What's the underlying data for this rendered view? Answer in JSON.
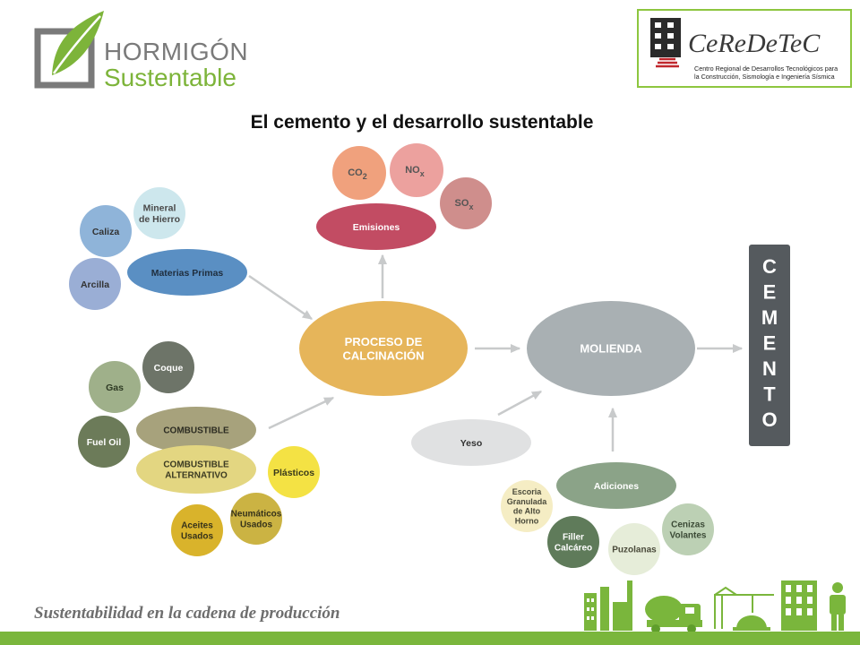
{
  "page": {
    "title": "El cemento y el desarrollo sustentable",
    "footer_tagline": "Sustentabilidad en la cadena de producción"
  },
  "logos": {
    "left_line1": "HORMIGÓN",
    "left_line2": "Sustentable",
    "right_name": "CeReDeTeC",
    "right_sub1": "Centro Regional de Desarrollos Tecnológicos para",
    "right_sub2": "la Construcción, Sismología e Ingeniería Sísmica"
  },
  "colors": {
    "title": "#111111",
    "logo_gray": "#7a7a7a",
    "logo_green": "#7db43a",
    "logo_red": "#c0272d",
    "footer_text": "#6e6e6e",
    "footer_bar": "#7ab63c",
    "footer_icons": "#7ab63c",
    "arrow": "#c8cacb"
  },
  "icons": [
    "leaf-logo-icon",
    "building-logo-icon",
    "factory-icon",
    "mixer-truck-icon",
    "crane-icon",
    "building-icon",
    "worker-icon"
  ],
  "nodes": {
    "co2": {
      "label": [
        "CO",
        "2"
      ],
      "kind": "sub",
      "fill": "#f0a17d",
      "text": "#555555"
    },
    "nox": {
      "label": [
        "NO",
        "x"
      ],
      "kind": "sub",
      "fill": "#eca19e",
      "text": "#555555"
    },
    "sox": {
      "label": [
        "SO",
        "x"
      ],
      "kind": "sub",
      "fill": "#cf8e8c",
      "text": "#555555"
    },
    "emisiones": {
      "label": [
        "Emisiones"
      ],
      "fill": "#c24c63",
      "text": "#ffffff"
    },
    "mineral": {
      "label": [
        "Mineral",
        "de Hierro"
      ],
      "fill": "#cde7ed",
      "text": "#4a4a4a"
    },
    "caliza": {
      "label": [
        "Caliza"
      ],
      "fill": "#8fb4d9",
      "text": "#333333"
    },
    "arcilla": {
      "label": [
        "Arcilla"
      ],
      "fill": "#9aaed5",
      "text": "#333333"
    },
    "materias": {
      "label": [
        "Materias Primas"
      ],
      "fill": "#5a8fc3",
      "text": "#1f2e3e"
    },
    "proceso": {
      "label": [
        "PROCESO DE",
        "CALCINACIÓN"
      ],
      "fill": "#e6b55a",
      "text": "#ffffff"
    },
    "molienda": {
      "label": [
        "MOLIENDA"
      ],
      "fill": "#a9b0b3",
      "text": "#ffffff"
    },
    "coque": {
      "label": [
        "Coque"
      ],
      "fill": "#6d7468",
      "text": "#ffffff"
    },
    "gas": {
      "label": [
        "Gas"
      ],
      "fill": "#9fb08a",
      "text": "#2e3a24"
    },
    "combustible": {
      "label": [
        "COMBUSTIBLE"
      ],
      "fill": "#a7a27c",
      "text": "#2c2c22"
    },
    "fueloil": {
      "label": [
        "Fuel Oil"
      ],
      "fill": "#6c7b59",
      "text": "#ffffff"
    },
    "alternativo": {
      "label": [
        "COMBUSTIBLE",
        "ALTERNATIVO"
      ],
      "fill": "#e3d681",
      "text": "#3b3a22"
    },
    "plasticos": {
      "label": [
        "Plásticos"
      ],
      "fill": "#f4e244",
      "text": "#3a3a1c"
    },
    "neumaticos": {
      "label": [
        "Neumáticos",
        "Usados"
      ],
      "fill": "#cbb343",
      "text": "#35321a"
    },
    "aceites": {
      "label": [
        "Aceites",
        "Usados"
      ],
      "fill": "#d9b32b",
      "text": "#35321a"
    },
    "yeso": {
      "label": [
        "Yeso"
      ],
      "fill": "#e0e1e2",
      "text": "#333333"
    },
    "adiciones": {
      "label": [
        "Adiciones"
      ],
      "fill": "#8ba388",
      "text": "#ffffff"
    },
    "escoria": {
      "label": [
        "Escoria",
        "Granulada",
        "de Alto",
        "Horno"
      ],
      "fill": "#f5edc4",
      "text": "#4a4a3a"
    },
    "filler": {
      "label": [
        "Filler",
        "Calcáreo"
      ],
      "fill": "#5f7b5a",
      "text": "#ffffff"
    },
    "puzolanas": {
      "label": [
        "Puzolanas"
      ],
      "fill": "#e6edd9",
      "text": "#4a4a3a"
    },
    "cenizas": {
      "label": [
        "Cenizas",
        "Volantes"
      ],
      "fill": "#bcd0b4",
      "text": "#3b4a36"
    }
  },
  "cemento": {
    "letters": [
      "C",
      "E",
      "M",
      "E",
      "N",
      "T",
      "O"
    ],
    "fill": "#555a5e",
    "text": "#ffffff"
  },
  "edges": [
    {
      "from": "materias",
      "to": "proceso"
    },
    {
      "from": "combustible",
      "to": "proceso"
    },
    {
      "from": "proceso",
      "to": "emisiones"
    },
    {
      "from": "proceso",
      "to": "molienda"
    },
    {
      "from": "yeso",
      "to": "molienda"
    },
    {
      "from": "adiciones",
      "to": "molienda"
    },
    {
      "from": "molienda",
      "to": "cemento"
    }
  ]
}
